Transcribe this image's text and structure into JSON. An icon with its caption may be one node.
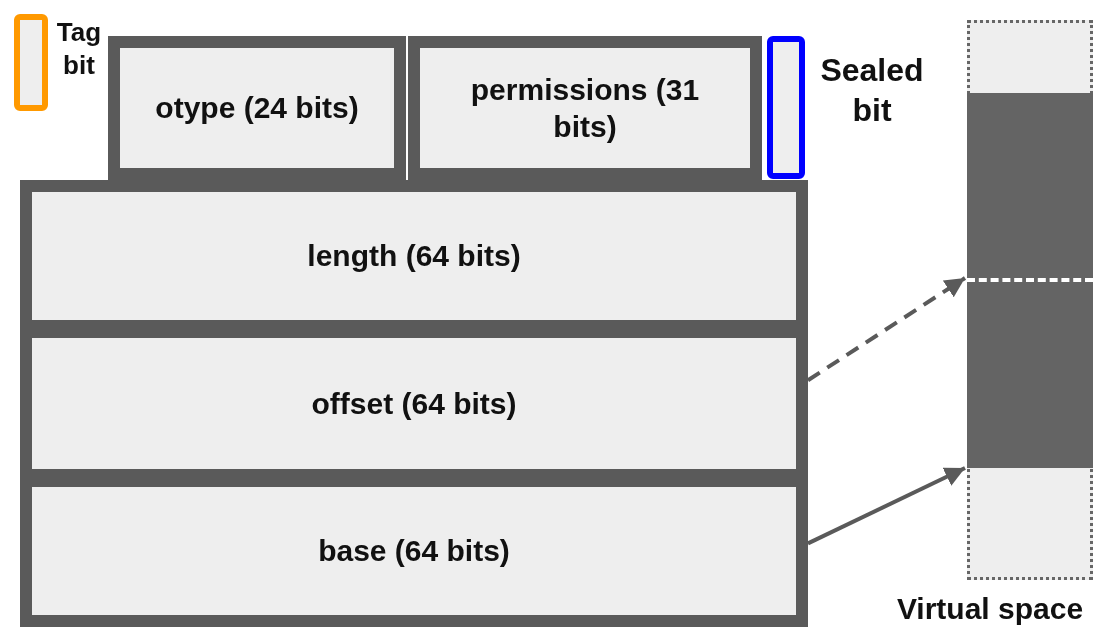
{
  "diagram": {
    "nodes": [
      {
        "text": [
          "Tag bit"
        ]
      },
      {
        "text": [
          "otype (24 bits)"
        ]
      },
      {
        "text": [
          "permissions (31 bits)"
        ]
      },
      {
        "text": [
          "Sealed bit"
        ]
      },
      {
        "text": [
          "length (64 bits)"
        ]
      },
      {
        "text": [
          "offset (64 bits)"
        ]
      },
      {
        "text": [
          "base (64 bits)"
        ]
      },
      {
        "text": [
          "Virtual space"
        ]
      },
      {
        "text": [],
        "shape": "bar",
        "in": 7
      }
    ],
    "edges": [
      {
        "from": 5,
        "to": 8,
        "arrow": "to",
        "style": "dashed"
      },
      {
        "from": 6,
        "to": 8,
        "arrow": "to"
      }
    ]
  }
}
